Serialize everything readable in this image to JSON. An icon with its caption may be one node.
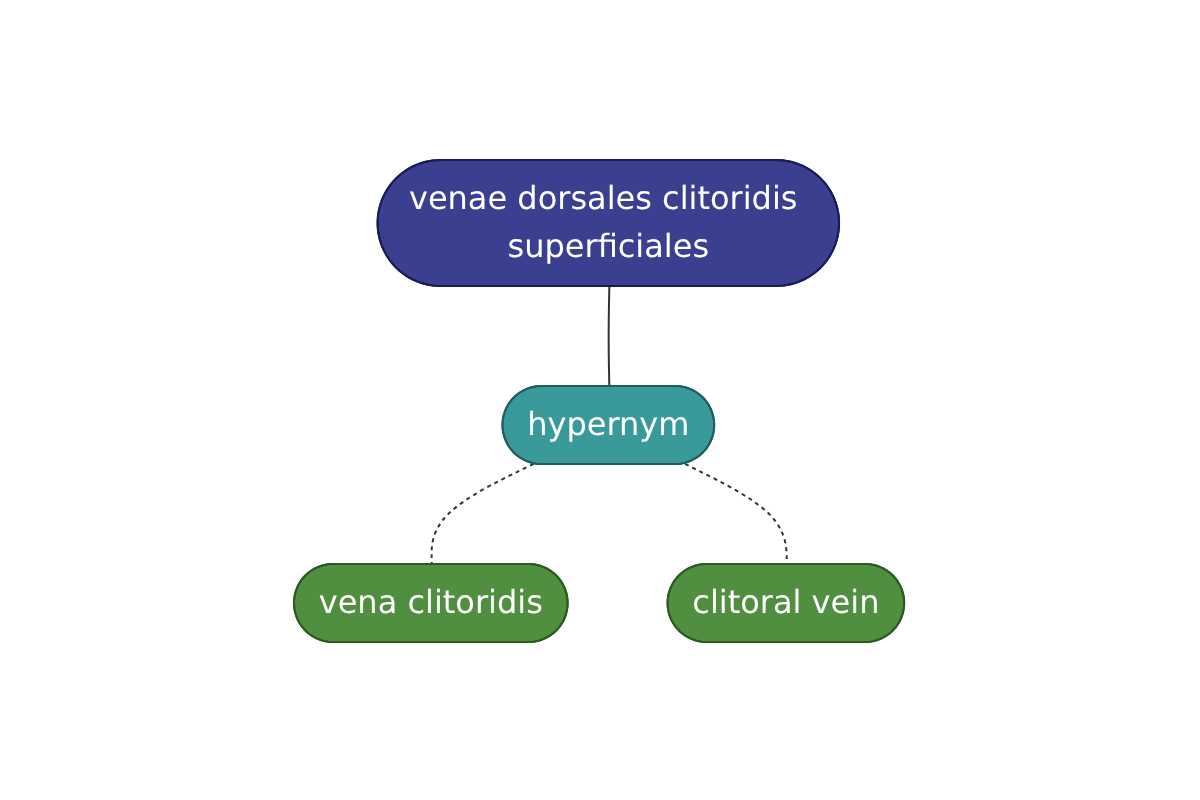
{
  "diagram": {
    "nodes": [
      {
        "text": [
          "venae dorsales clitoridis superficiales"
        ]
      },
      {
        "text": [
          "hypernym"
        ]
      },
      {
        "text": [
          "vena clitoridis"
        ]
      },
      {
        "text": [
          "clitoral vein"
        ]
      }
    ],
    "edges": [
      {
        "from": 0,
        "to": 1,
        "arrow": "none"
      },
      {
        "from": 1,
        "to": 2,
        "arrow": "none",
        "style": "dashed"
      },
      {
        "from": 1,
        "to": 3,
        "arrow": "none",
        "style": "dashed"
      }
    ]
  }
}
